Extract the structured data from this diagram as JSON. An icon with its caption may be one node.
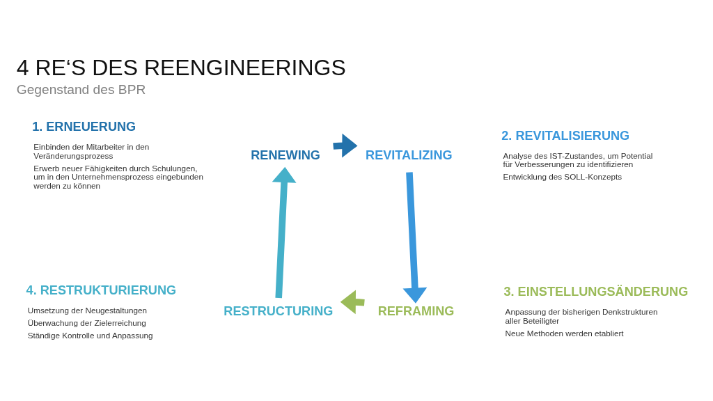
{
  "diagram": {
    "title": "4 RE‘S DES REENGINEERINGS",
    "caption": "Gegenstand des BPR",
    "nodes": [
      {
        "text": [
          "RENEWING"
        ]
      },
      {
        "text": [
          "REVITALIZING"
        ]
      },
      {
        "text": [
          "RESTRUCTURING"
        ]
      },
      {
        "text": [
          "REFRAMING"
        ]
      }
    ],
    "edges": [
      {
        "from": 0,
        "to": 1,
        "arrow": "to",
        "color": "#2372ab"
      },
      {
        "from": 1,
        "to": 3,
        "arrow": "to",
        "color": "#3a97dc"
      },
      {
        "from": 3,
        "to": 2,
        "arrow": "to",
        "color": "#9bbb59"
      },
      {
        "from": 2,
        "to": 0,
        "arrow": "to",
        "color": "#45b0c9"
      }
    ],
    "labels": [
      "1. ERNEUERUNG",
      "Einbinden der Mitarbeiter in den Veränderungsprozess",
      "Erwerb neuer Fähigkeiten durch Schulungen, um in den Unternehmensprozess eingebunden werden zu können",
      "2. REVITALISIERUNG",
      "Analyse des IST-Zustandes, um Potential für Verbesserungen zu identifizieren",
      "Entwicklung des SOLL-Konzepts",
      "4. RESTRUKTURIERUNG",
      "Umsetzung der Neugestaltungen",
      "Überwachung der Zielerreichung",
      "Ständige Kontrolle und Anpassung",
      "3. EINSTELLUNGSÄNDERUNG",
      "Anpassung der bisherigen Denkstrukturen aller Beteiligter",
      "Neue Methoden werden etabliert"
    ]
  }
}
